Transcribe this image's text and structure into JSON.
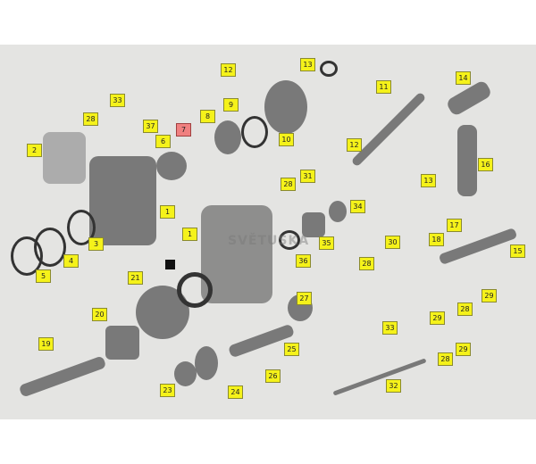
{
  "diagram": {
    "watermark": "SVĚTUSKA",
    "labels": [
      "12",
      "13",
      "11",
      "14",
      "33",
      "28",
      "37",
      "7",
      "8",
      "9",
      "6",
      "10",
      "12",
      "2",
      "16",
      "31",
      "28",
      "13",
      "34",
      "17",
      "1",
      "1",
      "18",
      "3",
      "35",
      "30",
      "36",
      "28",
      "4",
      "5",
      "15",
      "21",
      "27",
      "29",
      "28",
      "29",
      "20",
      "33",
      "19",
      "25",
      "28",
      "29",
      "32",
      "26",
      "23",
      "24"
    ],
    "highlight_color": "#f5f21a",
    "alert_color": "#f08080"
  }
}
